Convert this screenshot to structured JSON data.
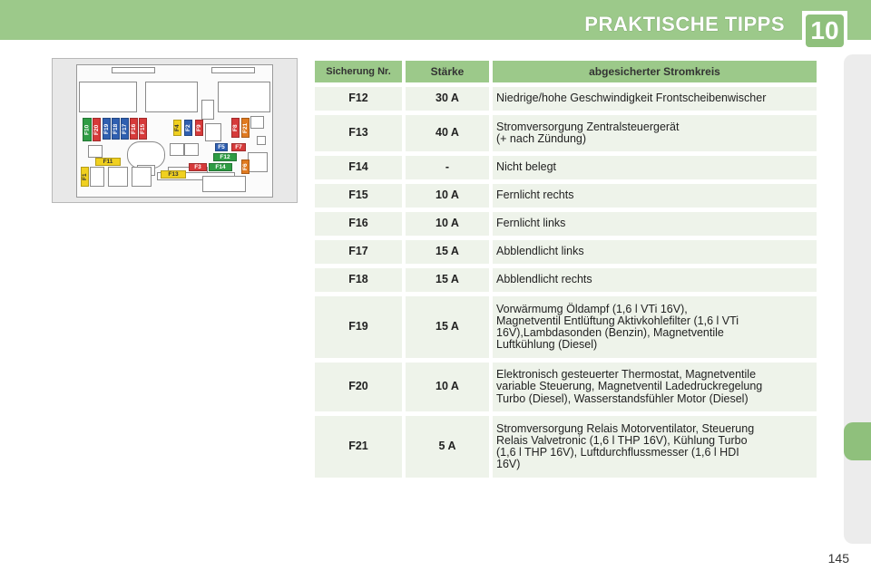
{
  "header": {
    "title": "PRAKTISCHE TIPPS",
    "chapter": "10"
  },
  "diagram": {
    "fuse_labels": [
      "F10",
      "F20",
      "F19",
      "F18",
      "F17",
      "F16",
      "F15",
      "F4",
      "F2",
      "F9",
      "F8",
      "F21",
      "F5",
      "F7",
      "F12",
      "F3",
      "F14",
      "F6",
      "F11",
      "F13",
      "F1"
    ],
    "colors": {
      "green": "#2e9c44",
      "red": "#d63a3a",
      "blue": "#2f5fb0",
      "yellow": "#f0d020",
      "orange": "#e07a20"
    }
  },
  "table": {
    "headers": [
      "Sicherung Nr.",
      "Stärke",
      "abgesicherter Stromkreis"
    ],
    "rows": [
      {
        "fuse": "F12",
        "amp": "30 A",
        "circuit": "Niedrige/hohe Geschwindigkeit Frontscheibenwischer"
      },
      {
        "fuse": "F13",
        "amp": "40 A",
        "circuit": "Stromversorgung Zentralsteuergerät\n(+ nach Zündung)"
      },
      {
        "fuse": "F14",
        "amp": "-",
        "circuit": "Nicht belegt"
      },
      {
        "fuse": "F15",
        "amp": "10 A",
        "circuit": "Fernlicht rechts"
      },
      {
        "fuse": "F16",
        "amp": "10 A",
        "circuit": "Fernlicht links"
      },
      {
        "fuse": "F17",
        "amp": "15 A",
        "circuit": "Abblendlicht links"
      },
      {
        "fuse": "F18",
        "amp": "15 A",
        "circuit": "Abblendlicht rechts"
      },
      {
        "fuse": "F19",
        "amp": "15 A",
        "circuit": "Vorwärmumg Öldampf (1,6 l VTi 16V),\nMagnetventil Entlüftung Aktivkohlefilter (1,6 l VTi\n16V),Lambdasonden (Benzin), Magnetventile\nLuftkühlung (Diesel)"
      },
      {
        "fuse": "F20",
        "amp": "10 A",
        "circuit": "Elektronisch gesteuerter Thermostat, Magnetventile\nvariable Steuerung, Magnetventil Ladedruckregelung\nTurbo (Diesel), Wasserstandsfühler Motor (Diesel)"
      },
      {
        "fuse": "F21",
        "amp": "5 A",
        "circuit": "Stromversorgung Relais Motorventilator, Steuerung\nRelais Valvetronic (1,6 l THP 16V), Kühlung Turbo\n(1,6 l THP 16V), Luftdurchflussmesser (1,6 l HDI\n16V)"
      }
    ]
  },
  "footer": {
    "page_number": "145"
  }
}
